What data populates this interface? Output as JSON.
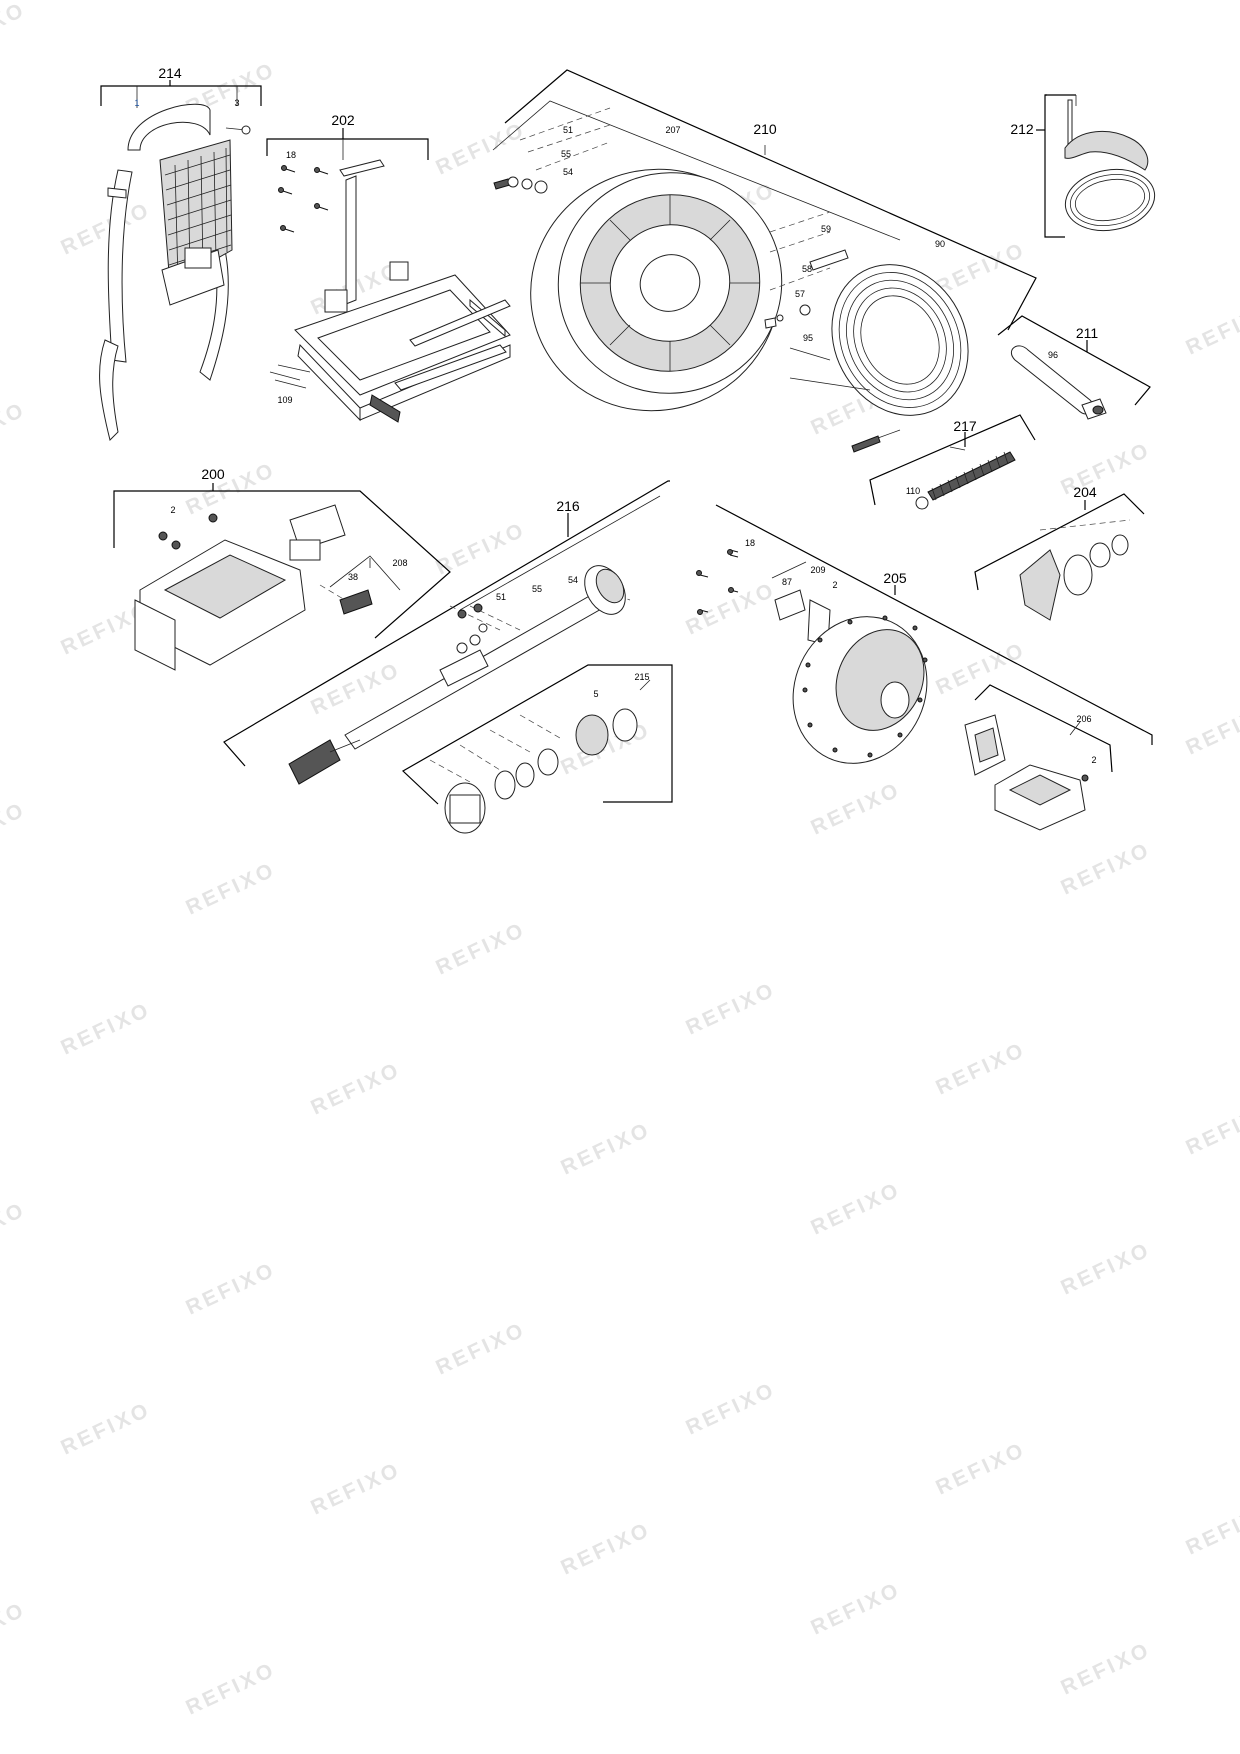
{
  "watermark": "REFIXO",
  "groups": [
    {
      "id": "214"
    },
    {
      "id": "202"
    },
    {
      "id": "210"
    },
    {
      "id": "212"
    },
    {
      "id": "211"
    },
    {
      "id": "217"
    },
    {
      "id": "204"
    },
    {
      "id": "200"
    },
    {
      "id": "216"
    },
    {
      "id": "205"
    },
    {
      "id": "215"
    },
    {
      "id": "206"
    }
  ],
  "parts": [
    {
      "id": "1",
      "group": "214"
    },
    {
      "id": "3",
      "group": "214"
    },
    {
      "id": "18",
      "group": "202"
    },
    {
      "id": "109",
      "group": "202"
    },
    {
      "id": "51",
      "group": "210"
    },
    {
      "id": "55",
      "group": "210"
    },
    {
      "id": "54",
      "group": "210"
    },
    {
      "id": "207",
      "group": "210"
    },
    {
      "id": "59",
      "group": "210"
    },
    {
      "id": "58",
      "group": "210"
    },
    {
      "id": "57",
      "group": "210"
    },
    {
      "id": "95",
      "group": "210"
    },
    {
      "id": "90",
      "group": "210"
    },
    {
      "id": "96",
      "group": "211"
    },
    {
      "id": "110",
      "group": "217"
    },
    {
      "id": "2",
      "group": "200"
    },
    {
      "id": "208",
      "group": "200"
    },
    {
      "id": "38",
      "group": "200"
    },
    {
      "id": "51",
      "group": "216"
    },
    {
      "id": "55",
      "group": "216"
    },
    {
      "id": "54",
      "group": "216"
    },
    {
      "id": "5",
      "group": "215"
    },
    {
      "id": "18",
      "group": "205"
    },
    {
      "id": "87",
      "group": "205"
    },
    {
      "id": "209",
      "group": "205"
    },
    {
      "id": "2",
      "group": "205"
    },
    {
      "id": "2",
      "group": "206"
    }
  ]
}
